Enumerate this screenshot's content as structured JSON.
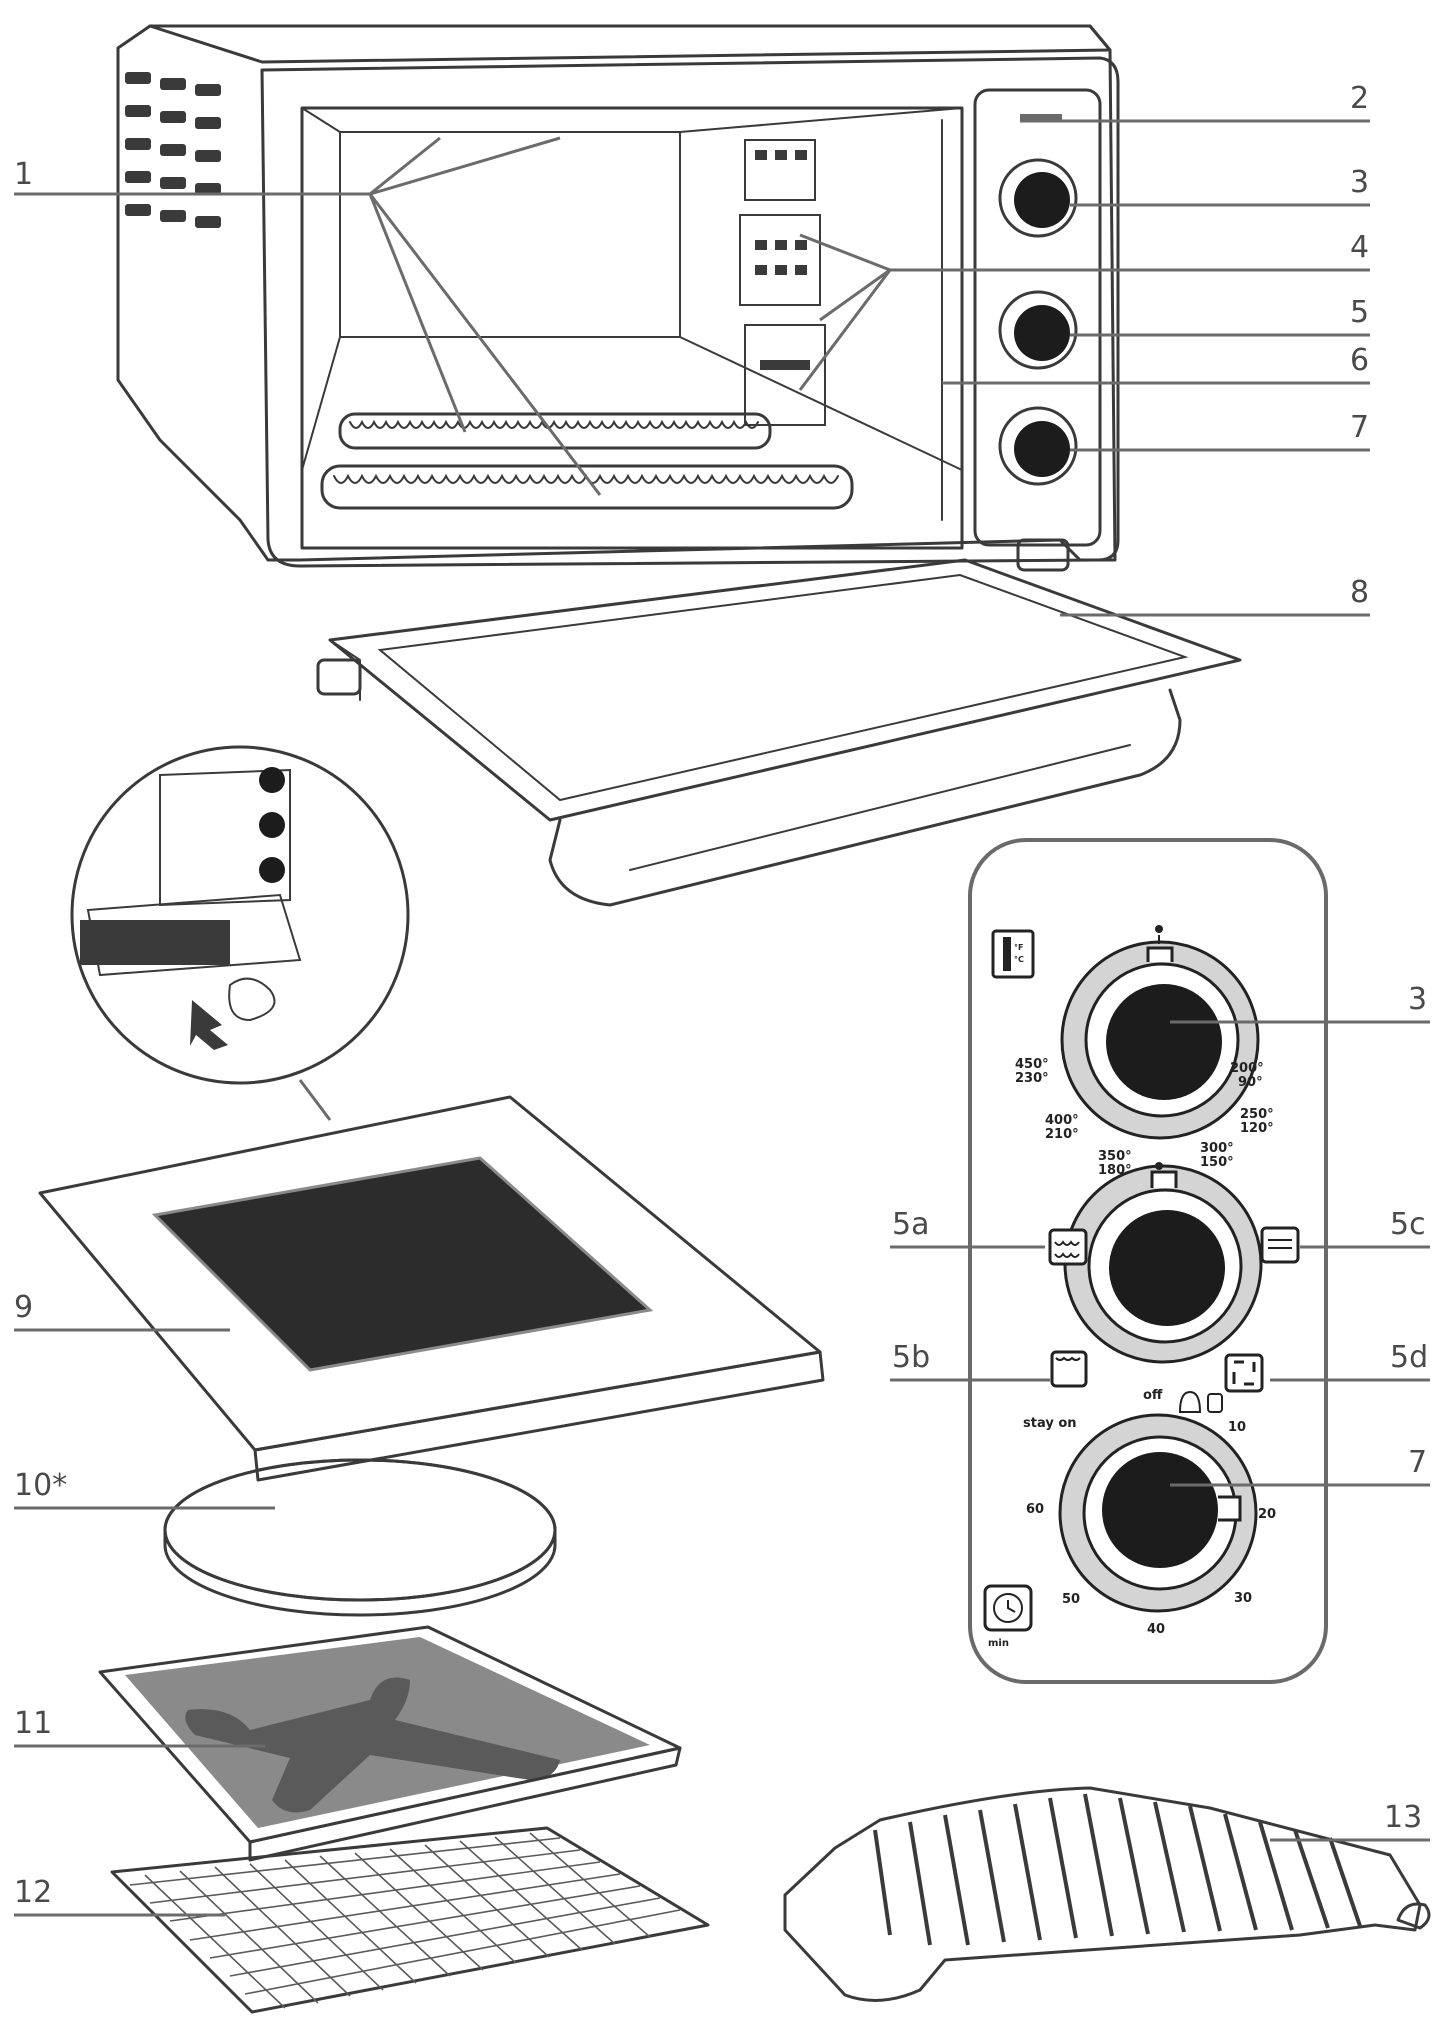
{
  "callouts": {
    "c1": "1",
    "c2": "2",
    "c3": "3",
    "c4": "4",
    "c5": "5",
    "c6": "6",
    "c7": "7",
    "c8": "8",
    "c9": "9",
    "c10": "10*",
    "c11": "11",
    "c12": "12",
    "c13": "13",
    "p3": "3",
    "p5a": "5a",
    "p5b": "5b",
    "p5c": "5c",
    "p5d": "5d",
    "p7": "7"
  },
  "temperature_dial": {
    "t200": "200°",
    "t90": "90°",
    "t250": "250°",
    "t120": "120°",
    "t300": "300°",
    "t150": "150°",
    "t350": "350°",
    "t180": "180°",
    "t400": "400°",
    "t210": "210°",
    "t450": "450°",
    "t230": "230°",
    "unit_f": "°F",
    "unit_c": "°C"
  },
  "timer_dial": {
    "off": "off",
    "stay_on": "stay on",
    "m10": "10",
    "m20": "20",
    "m30": "30",
    "m40": "40",
    "m50": "50",
    "m60": "60",
    "unit": "min"
  },
  "colors": {
    "knob": "#1c1c1c",
    "panel_border": "#6a6a6a",
    "tray_dark": "#4a4a4a",
    "stone": "#d8d8d8",
    "pan_fill": "#8a8a8a",
    "leader": "#6b6b6b"
  }
}
